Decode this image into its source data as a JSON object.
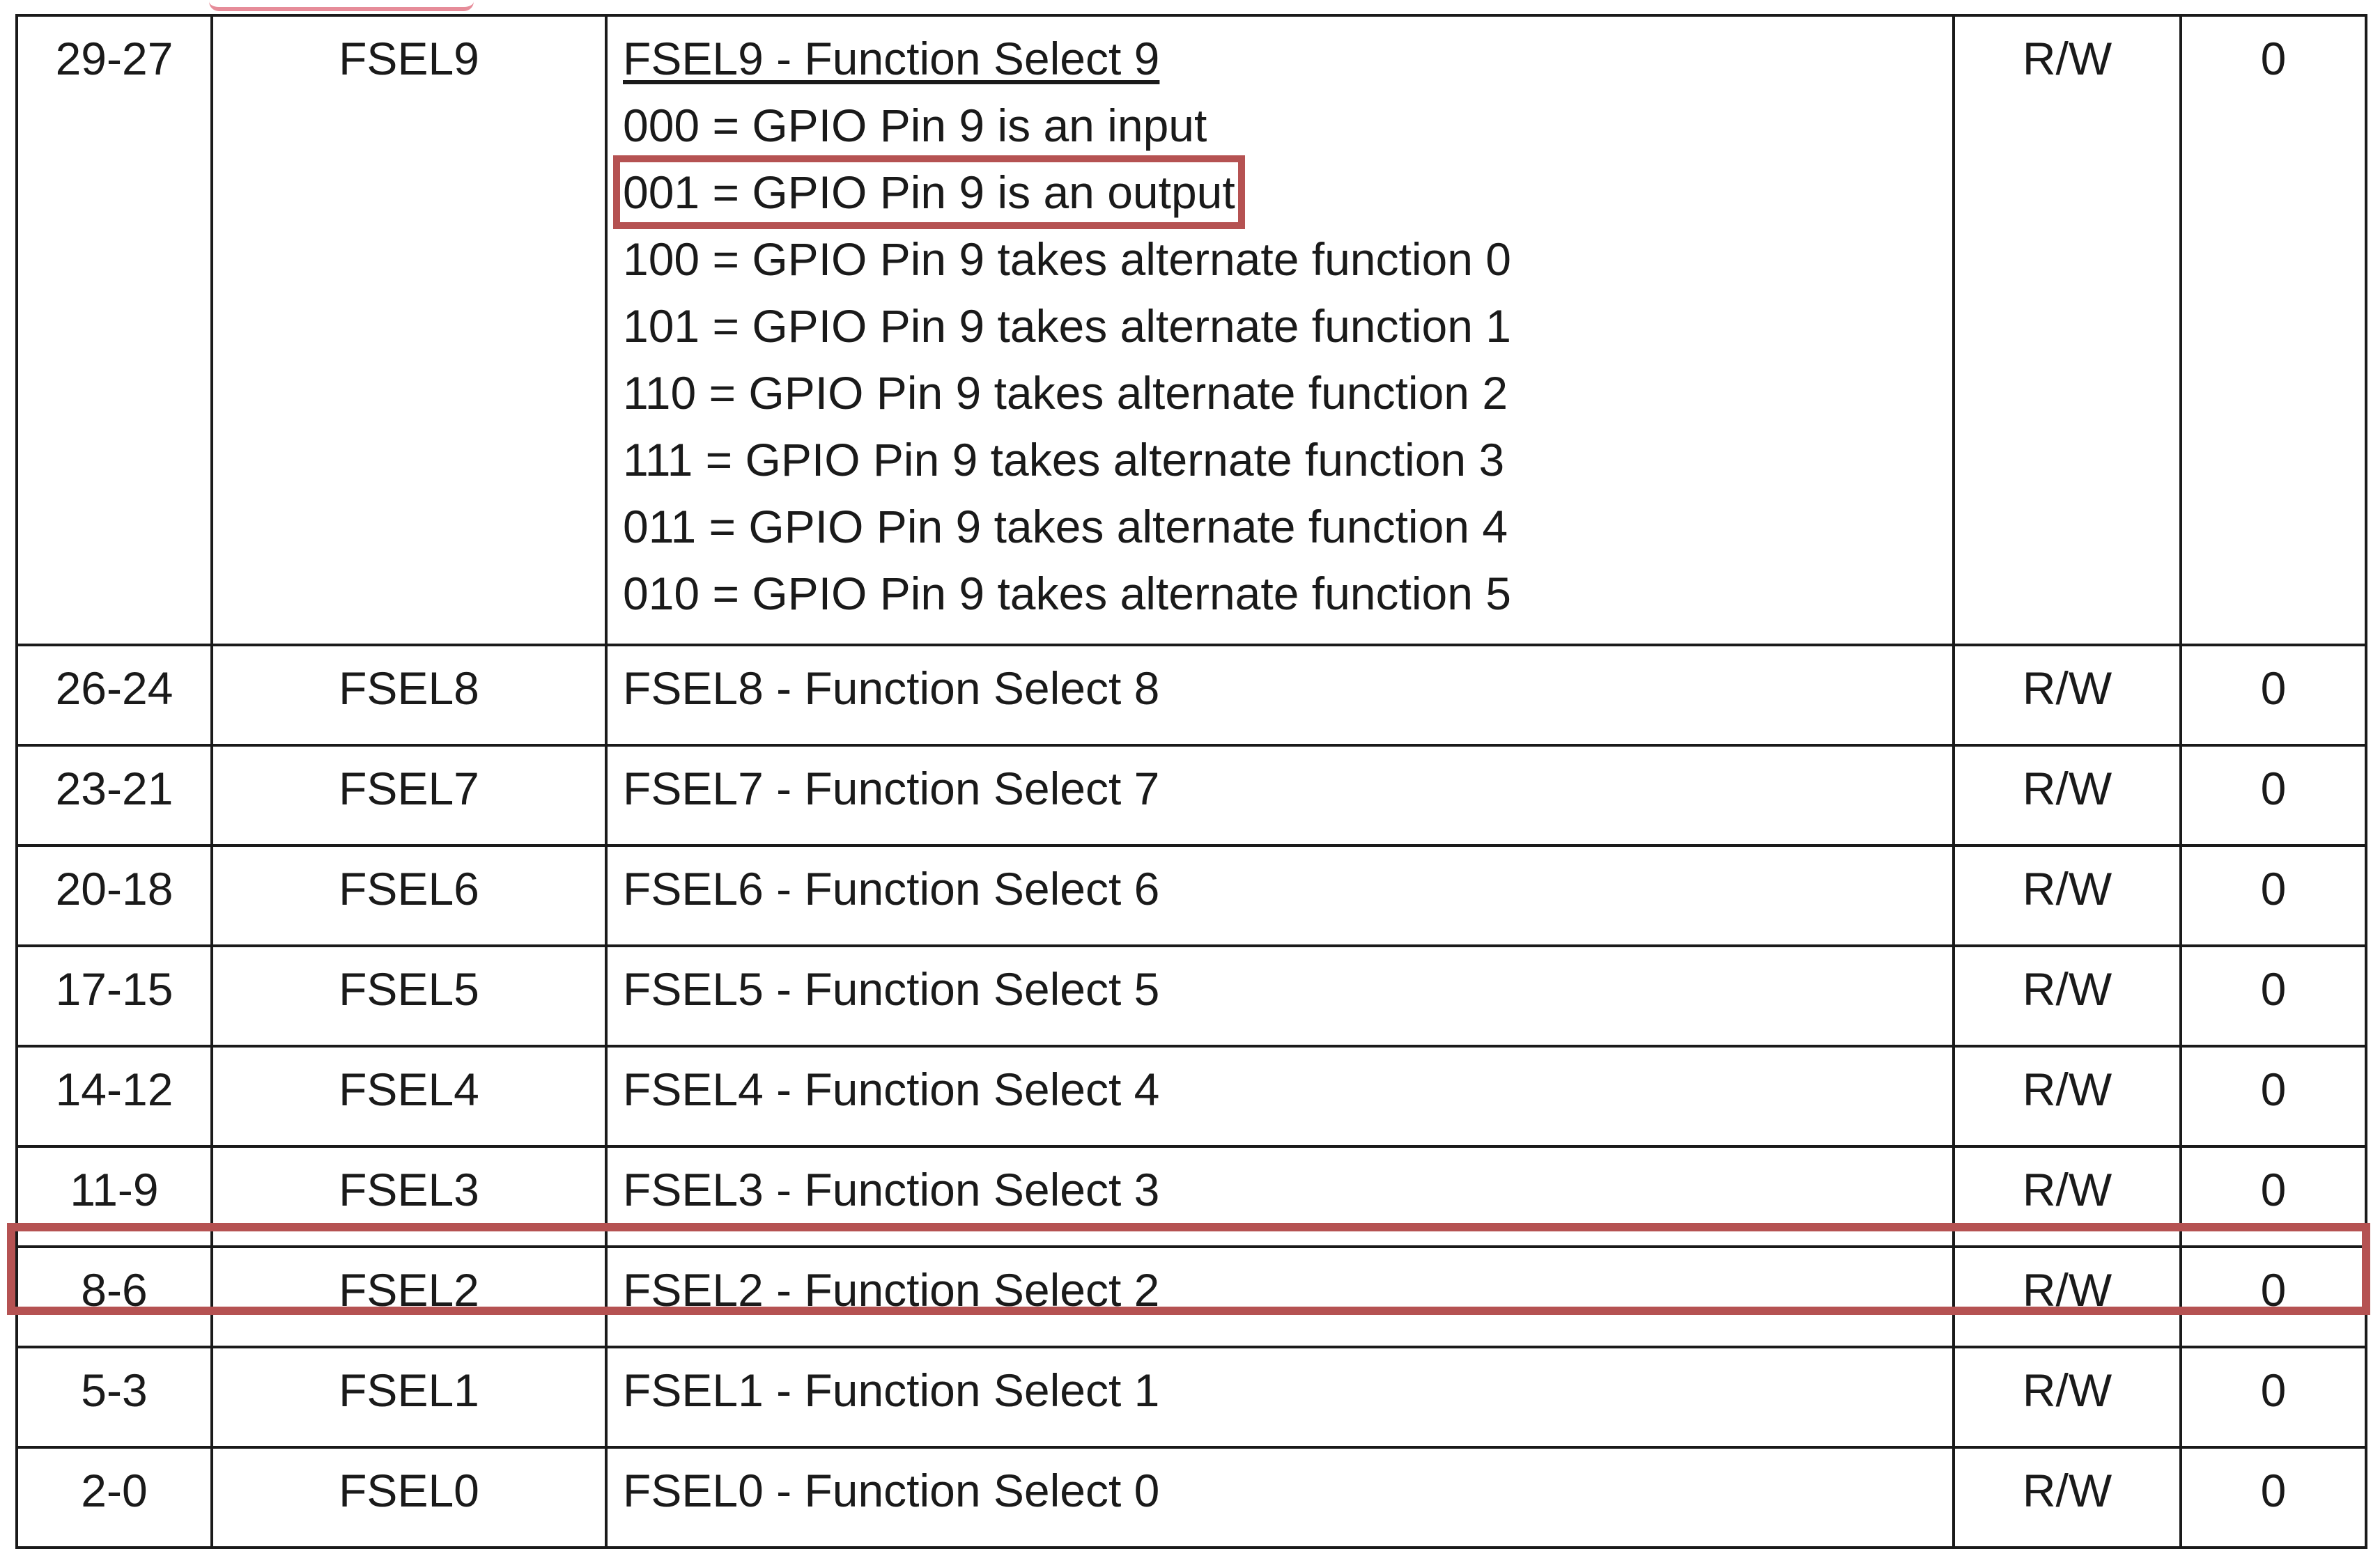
{
  "register_table": {
    "first_row": {
      "bits": "29-27",
      "field_name": "FSEL9",
      "description_title": "FSEL9 - Function Select 9",
      "description_lines": [
        "000 = GPIO Pin 9 is an input",
        "001 = GPIO Pin 9 is an output",
        "100 = GPIO Pin 9 takes alternate function 0",
        "101 = GPIO Pin 9 takes alternate function 1",
        "110 = GPIO Pin 9 takes alternate function 2",
        "111 = GPIO Pin 9 takes alternate function 3",
        "011 = GPIO Pin 9 takes alternate function 4",
        "010 = GPIO Pin 9 takes alternate function 5"
      ],
      "type": "R/W",
      "reset": "0"
    },
    "rows": [
      {
        "bits": "26-24",
        "field_name": "FSEL8",
        "description": "FSEL8 - Function Select 8",
        "type": "R/W",
        "reset": "0"
      },
      {
        "bits": "23-21",
        "field_name": "FSEL7",
        "description": "FSEL7 - Function Select 7",
        "type": "R/W",
        "reset": "0"
      },
      {
        "bits": "20-18",
        "field_name": "FSEL6",
        "description": "FSEL6 - Function Select 6",
        "type": "R/W",
        "reset": "0"
      },
      {
        "bits": "17-15",
        "field_name": "FSEL5",
        "description": "FSEL5 - Function Select 5",
        "type": "R/W",
        "reset": "0"
      },
      {
        "bits": "14-12",
        "field_name": "FSEL4",
        "description": "FSEL4 - Function Select 4",
        "type": "R/W",
        "reset": "0"
      },
      {
        "bits": "11-9",
        "field_name": "FSEL3",
        "description": "FSEL3 - Function Select 3",
        "type": "R/W",
        "reset": "0"
      },
      {
        "bits": "8-6",
        "field_name": "FSEL2",
        "description": "FSEL2 - Function Select 2",
        "type": "R/W",
        "reset": "0"
      },
      {
        "bits": "5-3",
        "field_name": "FSEL1",
        "description": "FSEL1 - Function Select 1",
        "type": "R/W",
        "reset": "0"
      },
      {
        "bits": "2-0",
        "field_name": "FSEL0",
        "description": "FSEL0 - Function Select 0",
        "type": "R/W",
        "reset": "0"
      }
    ]
  },
  "highlight_color": "#b55252"
}
